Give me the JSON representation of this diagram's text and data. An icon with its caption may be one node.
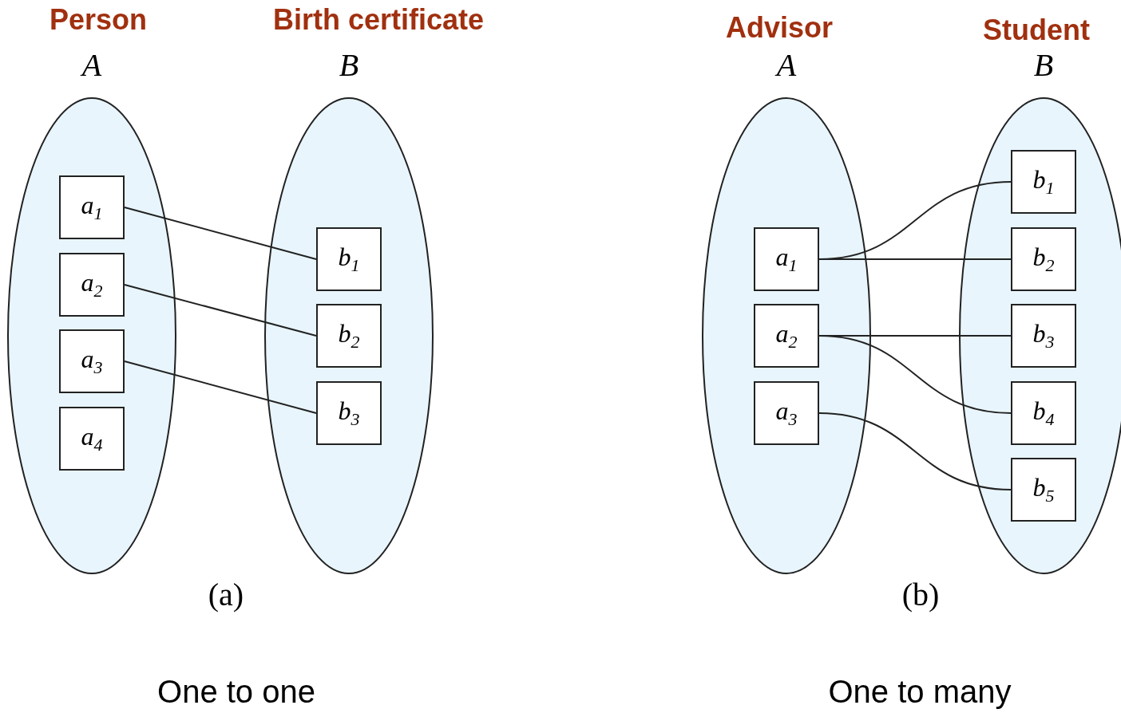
{
  "diagram": {
    "nodes": [
      {
        "text": [
          "Person",
          "A"
        ]
      },
      {
        "text": [
          "a$_{1}$"
        ],
        "in": 0
      },
      {
        "text": [
          "a$_{2}$"
        ],
        "in": 0
      },
      {
        "text": [
          "a$_{3}$"
        ],
        "in": 0
      },
      {
        "text": [
          "a$_{4}$"
        ],
        "in": 0
      },
      {
        "text": [
          "Birth certificate",
          "B"
        ]
      },
      {
        "text": [
          "b$_{1}$"
        ],
        "in": 5
      },
      {
        "text": [
          "b$_{2}$"
        ],
        "in": 5
      },
      {
        "text": [
          "b$_{3}$"
        ],
        "in": 5
      },
      {
        "text": [
          "Advisor",
          "A"
        ]
      },
      {
        "text": [
          "a$_{1}$"
        ],
        "in": 9
      },
      {
        "text": [
          "a$_{2}$"
        ],
        "in": 9
      },
      {
        "text": [
          "a$_{3}$"
        ],
        "in": 9
      },
      {
        "text": [
          "Student",
          "B"
        ]
      },
      {
        "text": [
          "b$_{1}$"
        ],
        "in": 13
      },
      {
        "text": [
          "b$_{2}$"
        ],
        "in": 13
      },
      {
        "text": [
          "b$_{3}$"
        ],
        "in": 13
      },
      {
        "text": [
          "b$_{4}$"
        ],
        "in": 13
      },
      {
        "text": [
          "b$_{5}$"
        ],
        "in": 13
      }
    ],
    "edges": [
      {
        "from": 1,
        "to": 6,
        "arrow": "none"
      },
      {
        "from": 2,
        "to": 7,
        "arrow": "none"
      },
      {
        "from": 3,
        "to": 8,
        "arrow": "none"
      },
      {
        "from": 10,
        "to": 14,
        "arrow": "none"
      },
      {
        "from": 10,
        "to": 15,
        "arrow": "none"
      },
      {
        "from": 11,
        "to": 16,
        "arrow": "none"
      },
      {
        "from": 11,
        "to": 17,
        "arrow": "none"
      },
      {
        "from": 12,
        "to": 18,
        "arrow": "none"
      }
    ],
    "labels": [
      "(a)",
      "(b)",
      "One to one",
      "One to many"
    ]
  }
}
